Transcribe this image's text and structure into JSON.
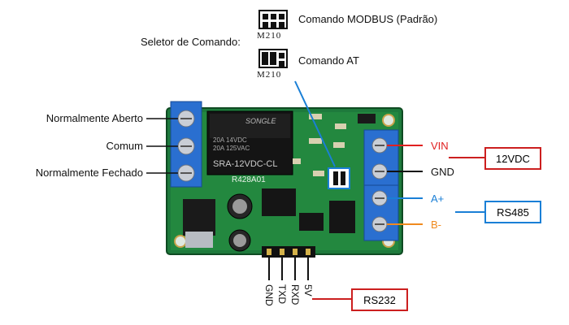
{
  "selector": {
    "label": "Seletor de Comando:",
    "options": [
      {
        "label": "Comando MODBUS (Padrão)",
        "pin_label": "M210"
      },
      {
        "label": "Comando AT",
        "pin_label": "M210"
      }
    ]
  },
  "relay_terminals": {
    "no": "Normalmente Aberto",
    "com": "Comum",
    "nc": "Normalmente Fechado"
  },
  "board": {
    "relay_text": "SONGLE",
    "relay_line1": "20A 14VDC",
    "relay_line2": "20A 125VAC",
    "relay_model": "SRA-12VDC-CL",
    "board_code": "R428A01"
  },
  "power": {
    "vin": "VIN",
    "gnd": "GND",
    "supply_label": "12VDC",
    "vin_color": "#e02020",
    "supply_box_color": "#cc1f1f"
  },
  "rs485": {
    "a": "A+",
    "b": "B-",
    "label": "RS485",
    "a_color": "#1a7fd6",
    "b_color": "#f08a1e",
    "box_color": "#1a7fd6"
  },
  "rs232": {
    "pins": [
      "GND",
      "TXD",
      "RXD",
      "5V"
    ],
    "label": "RS232",
    "box_color": "#cc1f1f"
  }
}
